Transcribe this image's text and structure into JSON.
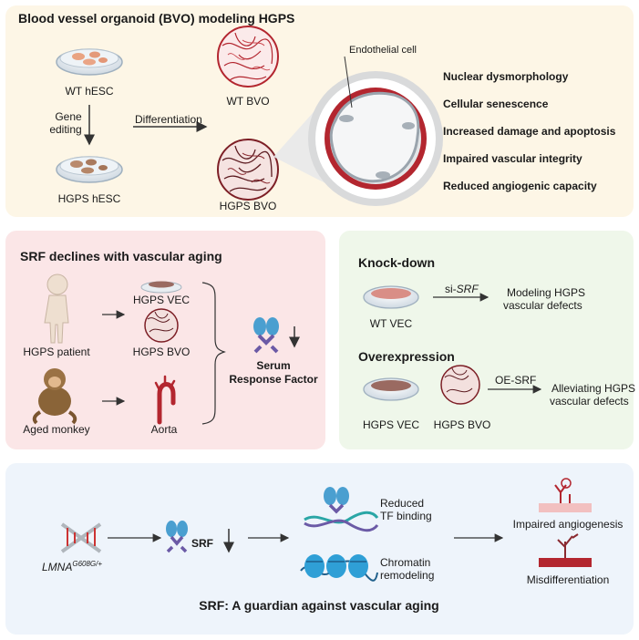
{
  "panel_top": {
    "title": "Blood vessel organoid (BVO) modeling HGPS",
    "wt_hesc": "WT hESC",
    "gene_editing_line1": "Gene",
    "gene_editing_line2": "editing",
    "hgps_hesc": "HGPS hESC",
    "differentiation": "Differentiation",
    "wt_bvo": "WT BVO",
    "hgps_bvo": "HGPS BVO",
    "endothelial_cell": "Endothelial cell",
    "phenotypes": [
      "Nuclear dysmorphology",
      "Cellular senescence",
      "Increased damage and apoptosis",
      "Impaired vascular integrity",
      "Reduced angiogenic capacity"
    ]
  },
  "panel_srf": {
    "title": "SRF declines with vascular aging",
    "hgps_vec": "HGPS VEC",
    "hgps_bvo": "HGPS BVO",
    "hgps_patient": "HGPS patient",
    "aged_monkey": "Aged monkey",
    "aorta": "Aorta",
    "srf_line1": "Serum",
    "srf_line2": "Response Factor"
  },
  "panel_kd": {
    "knockdown_title": "Knock-down",
    "si_prefix": "si-",
    "si_gene": "SRF",
    "wt_vec": "WT VEC",
    "modeling_line1": "Modeling HGPS",
    "modeling_line2": "vascular defects",
    "overexpression_title": "Overexpression",
    "hgps_vec": "HGPS VEC",
    "hgps_bvo": "HGPS BVO",
    "oe_srf": "OE-SRF",
    "alleviating_line1": "Alleviating HGPS",
    "alleviating_line2": "vascular defects"
  },
  "panel_bottom": {
    "lmna_base": "LMNA",
    "lmna_sup": "G608G/+",
    "srf_label": "SRF",
    "reduced_line1": "Reduced",
    "reduced_line2": "TF binding",
    "chromatin_line1": "Chromatin",
    "chromatin_line2": "remodeling",
    "impaired_angiogenesis": "Impaired angiogenesis",
    "misdifferentiation": "Misdifferentiation",
    "footer": "SRF: A guardian against vascular aging"
  },
  "colors": {
    "panel_top_bg": "#fdf6e6",
    "panel_srf_bg": "#fbe6e7",
    "panel_kd_bg": "#eff7ea",
    "panel_bottom_bg": "#eef4fb",
    "vessel_red": "#b3262f",
    "srf_blue": "#4a9fd0",
    "srf_purple": "#6b5aa6",
    "dna_teal": "#2aa6a6"
  }
}
